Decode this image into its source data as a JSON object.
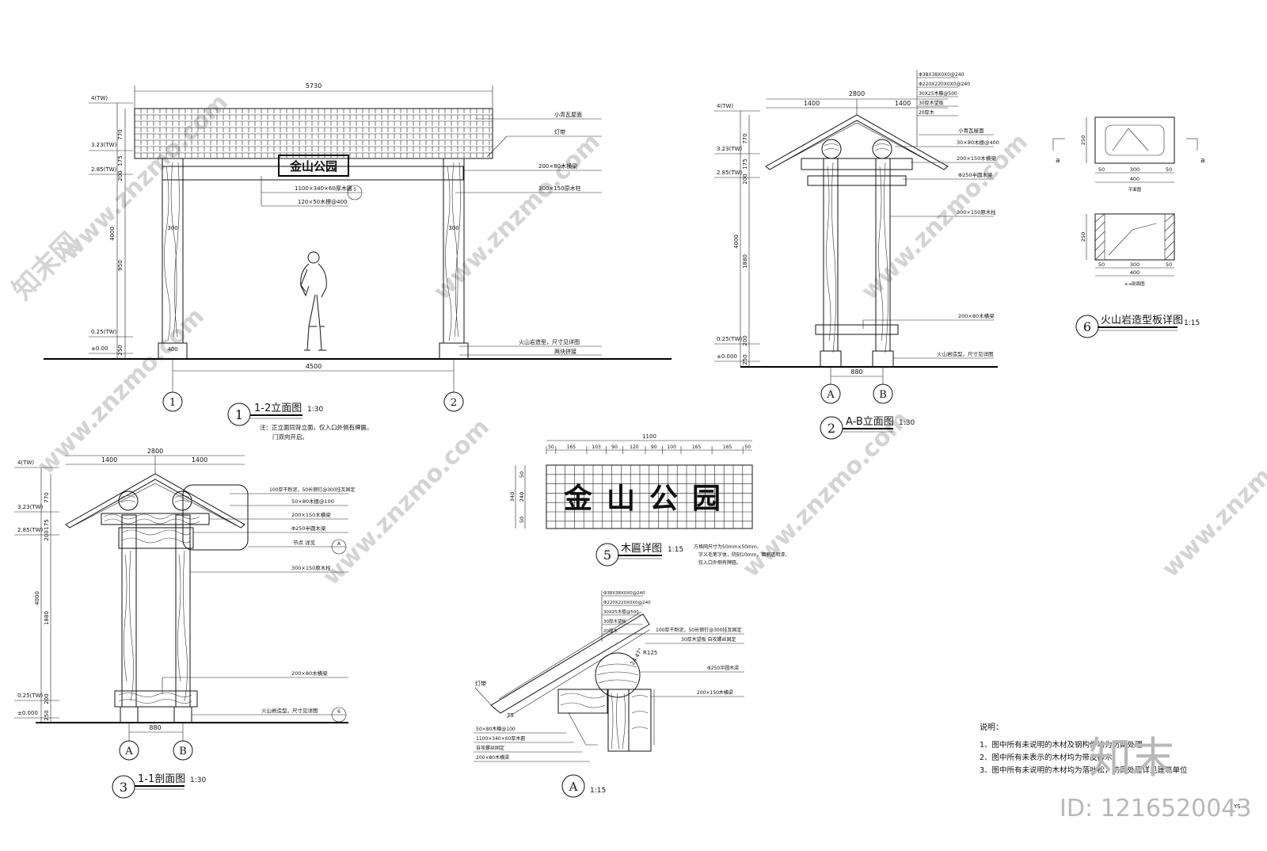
{
  "sign_text": "金山公园",
  "drawings": {
    "d1": {
      "num": "1",
      "title": "1-2立面图",
      "scale": "1:30",
      "note_line1": "注：正立面同背立面，仅入口外侧有牌匾。",
      "note_line2": "门双向开启。"
    },
    "d2": {
      "num": "2",
      "title": "A-B立面图",
      "scale": "1:30"
    },
    "d3": {
      "num": "3",
      "title": "1-1剖面图",
      "scale": "1:30"
    },
    "d5": {
      "num": "5",
      "title": "木匾详图",
      "scale": "1:15",
      "note_line1": "方格网尺寸为50mm×50mm，",
      "note_line2": "字义毛笔字体，阴刻10mm，面刷透明漆，",
      "note_line3": "仅入口外侧有牌匾。"
    },
    "d6": {
      "num": "6",
      "title": "火山岩造型板详图",
      "scale": "1:15",
      "plan_label": "平面图",
      "section_label": "a-a剖面图"
    },
    "dA": {
      "num": "A",
      "scale": "1:15"
    }
  },
  "elev1": {
    "dim_top": "5730",
    "dim_bottom": "4500",
    "dim_base_left": "400",
    "dim_col_left": "300",
    "dim_col_right": "300",
    "levels": [
      "4(TW)",
      "3.23(TW)",
      "2.85(TW)",
      "0.25(TW)",
      "±0.00"
    ],
    "vert_dims": [
      "770",
      "175",
      "200",
      "4000",
      "950",
      "250"
    ],
    "axis": [
      "1",
      "2"
    ],
    "labels": [
      "小青瓦屋面",
      "灯带",
      "200×80木横梁",
      "300×150原木柱",
      "火山岩造型，尺寸见详图",
      "两块拼接",
      "1100×340×60厚木匾",
      "120×50木楞@400"
    ]
  },
  "elev2": {
    "dim_top": "2800",
    "dim_half_left": "1400",
    "dim_half_right": "1400",
    "dim_bottom": "880",
    "levels": [
      "4(TW)",
      "3.23(TW)",
      "2.85(TW)",
      "0.25(TW)",
      "±0.000"
    ],
    "vert_dims": [
      "770",
      "175",
      "200",
      "4000",
      "1880",
      "200",
      "250",
      "200"
    ],
    "axis": [
      "A",
      "B"
    ],
    "labels": [
      "Φ38X38X0X0@240",
      "Φ220X220X0X0@240",
      "30X25木檩@500",
      "30厚木望板",
      "20厚木",
      "小青瓦屋面",
      "30×80木檩@400",
      "200×150木横梁",
      "Φ250半圆木梁",
      "300×150原木柱",
      "200×80木横梁",
      "火山岩造型，尺寸见详图"
    ]
  },
  "section3": {
    "dim_top": "2800",
    "dim_half_left": "1400",
    "dim_half_right": "1400",
    "dim_bottom": "880",
    "levels": [
      "4(TW)",
      "3.23(TW)",
      "2.85(TW)",
      "0.25(TW)",
      "±0.000"
    ],
    "vert_dims": [
      "770",
      "175",
      "200",
      "4000",
      "1880",
      "200",
      "250"
    ],
    "axis": [
      "A",
      "B"
    ],
    "labels": [
      "100厚干粉泥，50长钢钉@300挂瓦固定",
      "50×80木檩@100",
      "200×150木横梁",
      "Φ250半圆木梁",
      "节点 详见",
      "300×150原木柱",
      "200×80木横梁",
      "火山岩造型，尺寸见详图"
    ],
    "callout_a": "A",
    "callout_6": "6"
  },
  "sign_detail": {
    "dim_total": "1100",
    "dims": [
      "50",
      "165",
      "103",
      "90",
      "120",
      "90",
      "100",
      "165",
      "165",
      "50"
    ],
    "dim_h": "340",
    "dims_v": [
      "50",
      "240",
      "50"
    ]
  },
  "detailA": {
    "labels": [
      "Φ38X38X0X0@240",
      "Φ220X220X0X0@240",
      "30X25木檩@500",
      "30厚木望板",
      "20厚木",
      "100厚干粉泥，50长钢钉@300挂瓦固定",
      "30厚木望板 自攻螺丝固定",
      "Φ250半圆木梁",
      "200×150木横梁",
      "灯带",
      "50×80木檩@100",
      "1100×340×60厚木匾",
      "自攻螺丝固定",
      "200×80木横梁"
    ],
    "dim_r": "R125",
    "dim_angle": "24.47°",
    "dim_75": "75"
  },
  "detail6": {
    "plan_dims": [
      "50",
      "300",
      "50"
    ],
    "plan_total": "400",
    "plan_h": "250",
    "sec_dims": [
      "50",
      "300",
      "50"
    ],
    "sec_total": "400",
    "sec_h": "250",
    "marks": [
      "a",
      "a"
    ]
  },
  "notes": {
    "heading": "说明：",
    "items": [
      "1、图中所有未说明的木材及钢构件均为防腐处理",
      "2、图中所有未表示的木材均为带皮柳木",
      "3、图中所有未说明的木材均为落叶松，防腐处理详见建筑单位"
    ]
  },
  "watermarks": [
    "www.znzmo.com",
    "知末网",
    "知末"
  ],
  "image_id": "ID: 1216520043",
  "id_suffix": "YS"
}
